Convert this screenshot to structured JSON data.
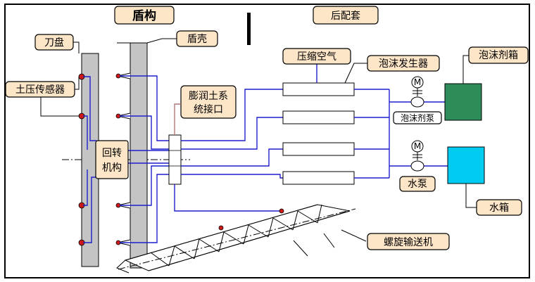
{
  "titles": {
    "shield": "盾构",
    "backup": "后配套"
  },
  "labels": {
    "cutterhead": "刀盘",
    "shield_shell": "盾壳",
    "earth_pressure_sensor": "土压传感器",
    "bentonite_port": [
      "膨润土系",
      "统接口"
    ],
    "rotary_mechanism": [
      "回转",
      "机构"
    ],
    "compressed_air": "压缩空气",
    "foam_generator": "泡沫发生器",
    "foam_agent_tank": "泡沫剂箱",
    "foam_agent_pump": "泡沫剂泵",
    "water_pump": "水泵",
    "water_tank": "水箱",
    "screw_conveyor": "螺旋输送机",
    "motor_symbol": "M"
  },
  "colors": {
    "shield_gray": "#c4c4c4",
    "title_fill": "#fde5c7",
    "pipe_blue": "#1f1fcc",
    "sensor_red": "#cc1a1a",
    "foam_tank_green": "#2e8b5a",
    "water_tank_cyan": "#00ccf2",
    "lead_orange": "#f0a050"
  }
}
